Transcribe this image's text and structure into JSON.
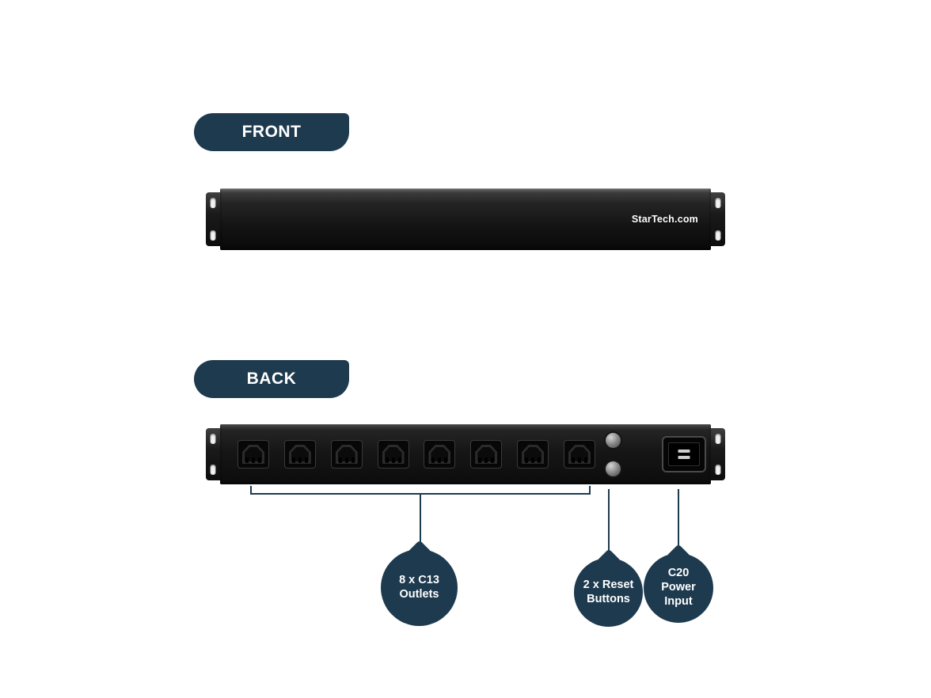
{
  "badges": {
    "front": "FRONT",
    "back": "BACK"
  },
  "brand": {
    "logo_text": "StarTech.com"
  },
  "callouts": [
    {
      "id": "c13-outlets",
      "lines": [
        "8 x C13",
        "Outlets"
      ]
    },
    {
      "id": "reset-buttons",
      "lines": [
        "2 x Reset",
        "Buttons"
      ]
    },
    {
      "id": "c20-power",
      "lines": [
        "C20",
        "Power",
        "Input"
      ]
    }
  ],
  "colors": {
    "accent_navy": "#1E3A4F",
    "panel_black": "#141414",
    "background": "#FFFFFF"
  }
}
